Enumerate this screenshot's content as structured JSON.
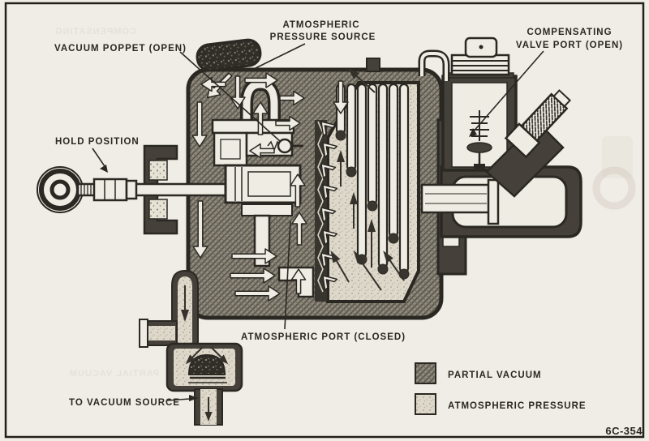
{
  "figure": {
    "number": "6C-354",
    "callouts": {
      "vacuum_poppet": "VACUUM POPPET (OPEN)",
      "atmospheric_source_1": "ATMOSPHERIC",
      "atmospheric_source_2": "PRESSURE SOURCE",
      "compensating_1": "COMPENSATING",
      "compensating_2": "VALVE PORT (OPEN)",
      "hold_position": "HOLD POSITION",
      "atmospheric_port": "ATMOSPHERIC PORT (CLOSED)",
      "to_vacuum_source": "TO VACUUM SOURCE"
    },
    "legend": {
      "items": [
        {
          "swatch": "partial-vacuum-swatch",
          "label": "PARTIAL VACUUM"
        },
        {
          "swatch": "atmospheric-pressure-swatch",
          "label": "ATMOSPHERIC PRESSURE"
        }
      ]
    },
    "colors": {
      "paper": "#f0ede6",
      "ink": "#2b2823",
      "partial_vacuum_fill": "#8f8a7d",
      "atmospheric_fill": "#ddd8ca",
      "dark_metal": "#45413a"
    }
  }
}
